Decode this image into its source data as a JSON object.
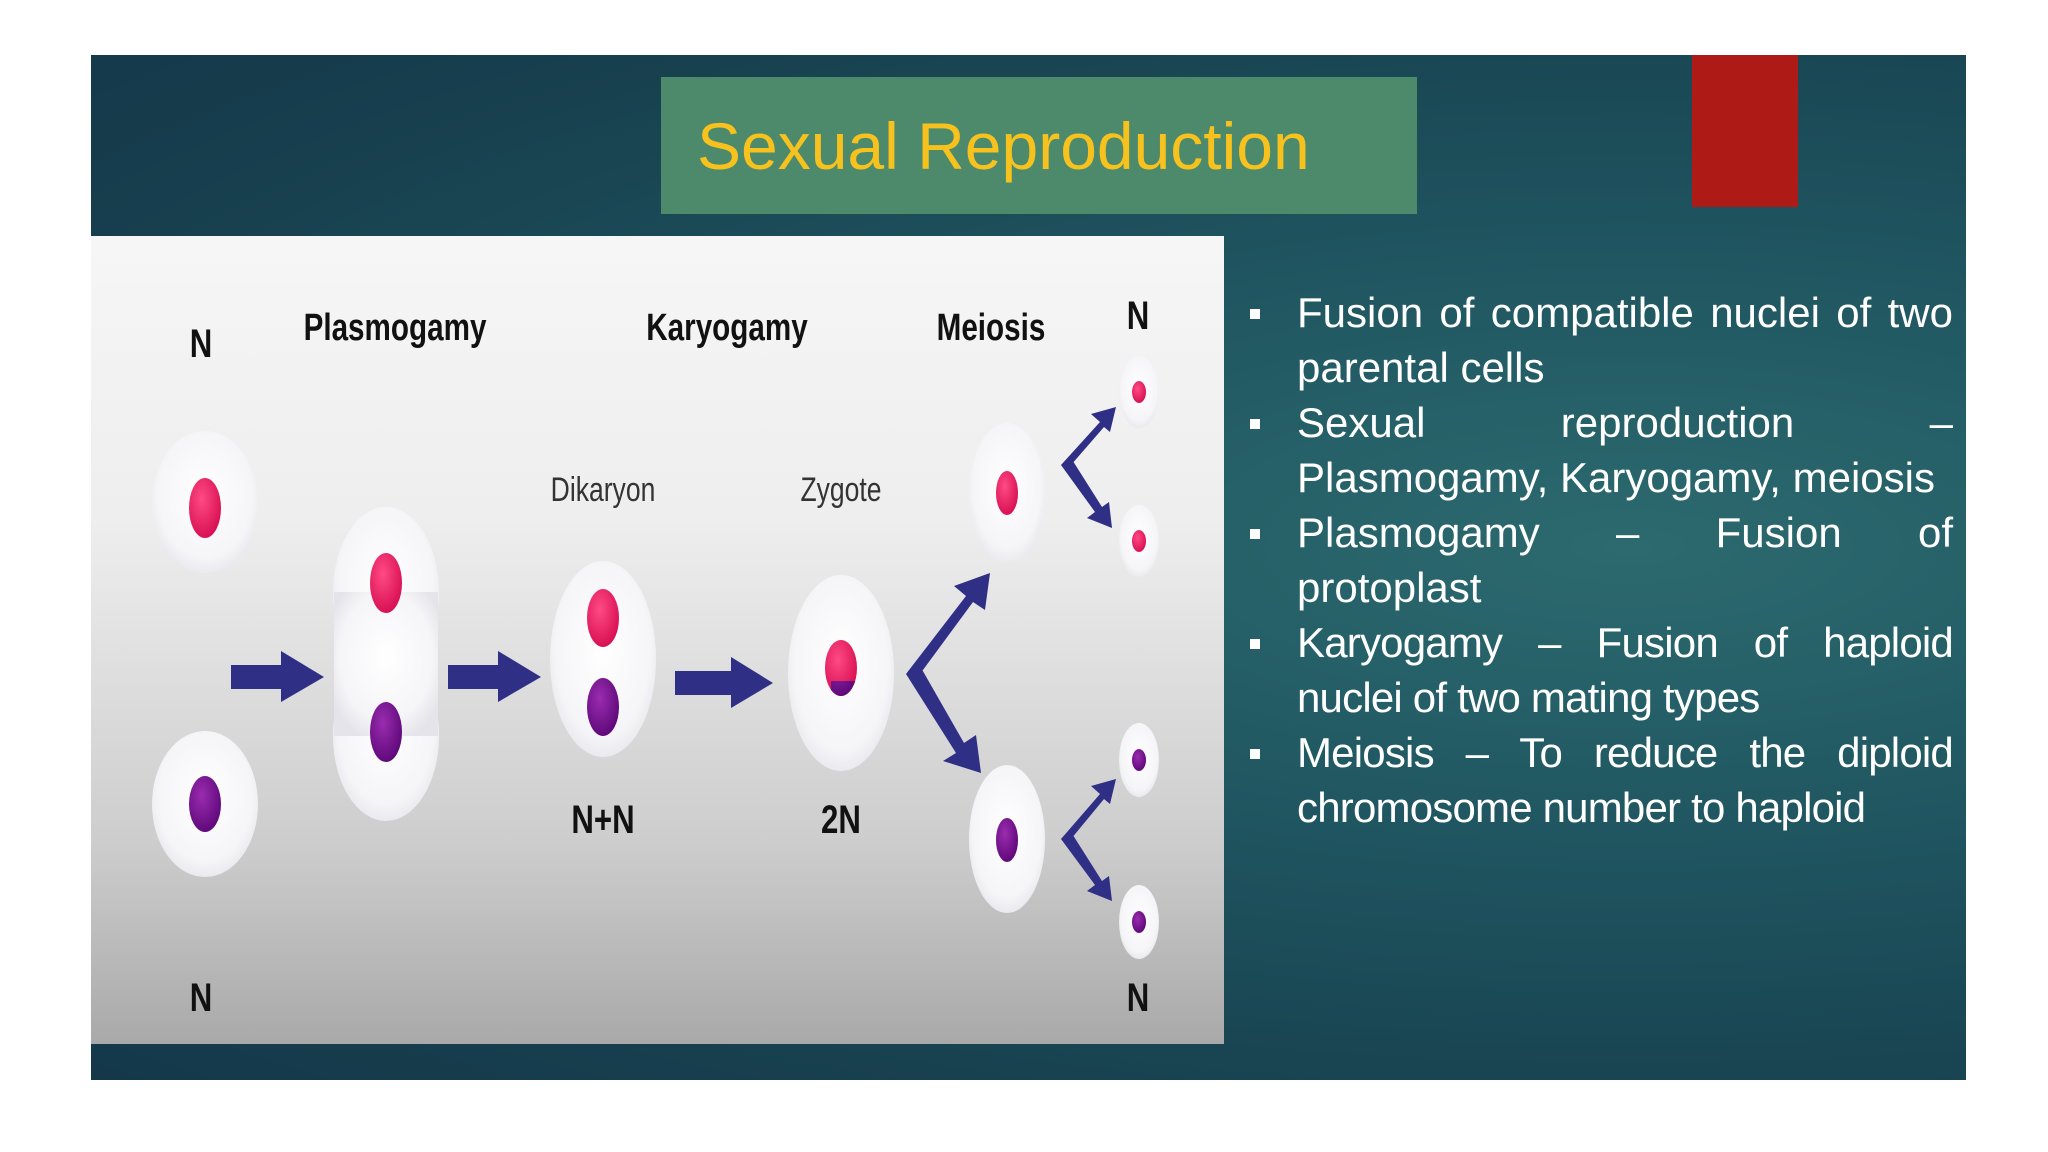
{
  "slide": {
    "title": "Sexual Reproduction",
    "colors": {
      "background": "#1f5560",
      "title_box": "#4d8a6c",
      "title_text": "#f7c21d",
      "accent_tab": "#ae1b16",
      "bullet_text": "#ffffff"
    }
  },
  "figure": {
    "labels": {
      "n_top_left": "N",
      "n_bottom_left": "N",
      "n_top_right": "N",
      "n_bottom_right": "N",
      "plasmogamy": "Plasmogamy",
      "karyogamy": "Karyogamy",
      "meiosis": "Meiosis",
      "dikaryon": "Dikaryon",
      "zygote": "Zygote",
      "n_plus_n": "N+N",
      "two_n": "2N"
    },
    "colors": {
      "arrow": "#2f2f86",
      "nucleus_pink": "#e0125a",
      "nucleus_purple": "#6a0a86",
      "cell": "#f7f7f9"
    }
  },
  "bullets": [
    "Fusion of compatible nuclei of two parental cells",
    "Sexual reproduction – Plasmogamy, Karyogamy, meiosis",
    "Plasmogamy – Fusion of protoplast",
    "Karyogamy – Fusion of haploid nuclei of two mating types",
    "Meiosis – To reduce the diploid chromosome number to haploid"
  ]
}
